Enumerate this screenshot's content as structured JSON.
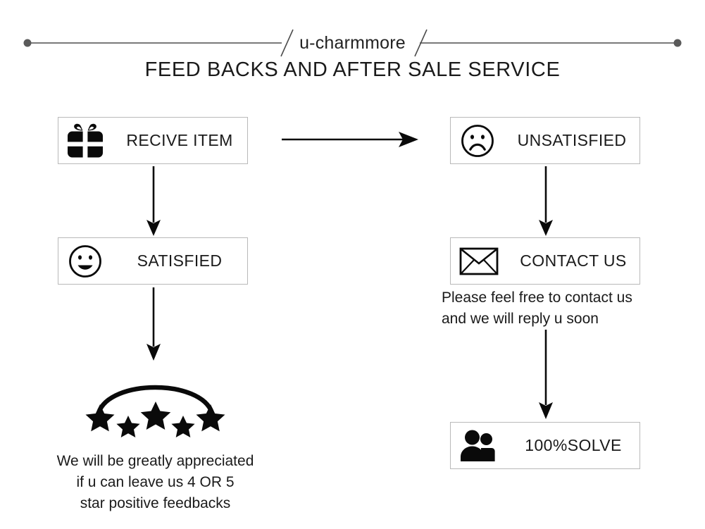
{
  "header": {
    "brand": "u-charmmore",
    "title": "FEED BACKS AND AFTER SALE SERVICE",
    "rule_color": "#4d4d4d",
    "dot_color": "#5a5a5a"
  },
  "flow": {
    "left_column": [
      {
        "id": "recive-item",
        "label": "RECIVE ITEM",
        "icon": "gift-icon"
      },
      {
        "id": "satisfied",
        "label": "SATISFIED",
        "icon": "smiley-face-icon"
      }
    ],
    "right_column": [
      {
        "id": "unsatisfied",
        "label": "UNSATISFIED",
        "icon": "sad-face-icon"
      },
      {
        "id": "contact-us",
        "label": "CONTACT US",
        "icon": "envelope-icon"
      },
      {
        "id": "solve",
        "label": "100%SOLVE",
        "icon": "people-icon"
      }
    ],
    "stars": {
      "icon": "five-stars-arc-icon",
      "count": 5
    },
    "captions": {
      "stars": "We will be greatly appreciated\nif u can leave us 4 OR 5\nstar positive feedbacks",
      "contact": "Please feel free to contact us\nand we will reply u soon"
    }
  },
  "colors": {
    "box_border": "#b9b9b9",
    "ink": "#1a1a1a",
    "background": "#ffffff"
  }
}
